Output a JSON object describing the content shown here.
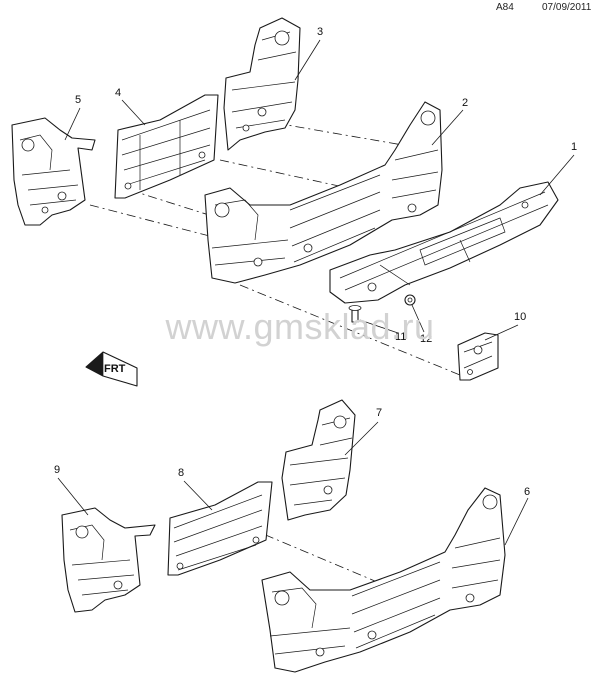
{
  "header": {
    "code": "A84",
    "date": "07/09/2011"
  },
  "watermark": "www.gmsklad.ru",
  "callouts": {
    "c1": "1",
    "c2": "2",
    "c3": "3",
    "c4": "4",
    "c5": "5",
    "c6": "6",
    "c7": "7",
    "c8": "8",
    "c9": "9",
    "c10": "10",
    "c11": "11",
    "c12": "12"
  },
  "front_indicator": {
    "label": "FRT",
    "icon": "front-arrow-icon"
  }
}
